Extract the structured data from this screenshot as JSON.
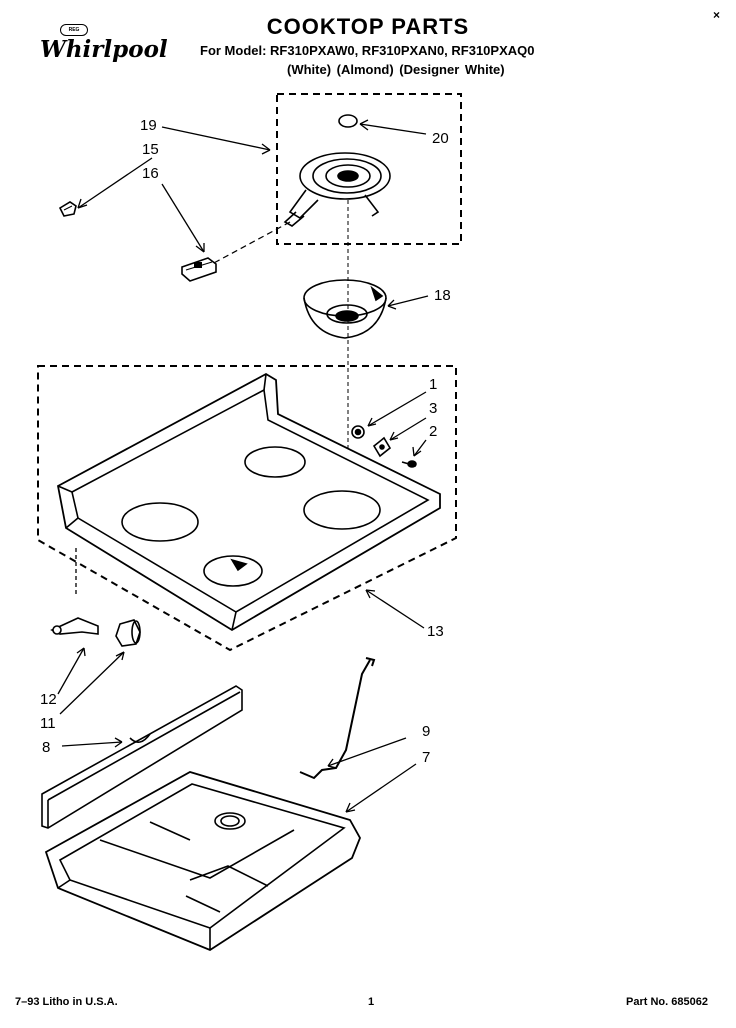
{
  "header": {
    "title": "COOKTOP PARTS",
    "models_line": "For Model: RF310PXAW0, RF310PXAN0, RF310PXAQ0",
    "colors_line": "(White)  (Almond)  (Designer White)",
    "logo_text": "Whirlpool",
    "logo_badge": "REG"
  },
  "callouts": [
    "19",
    "15",
    "16",
    "20",
    "18",
    "1",
    "3",
    "2",
    "13",
    "12",
    "11",
    "8",
    "9",
    "7"
  ],
  "footer": {
    "left": "7–93 Litho in U.S.A.",
    "center": "1",
    "right": "Part No. 685062"
  },
  "corner_mark": "×"
}
